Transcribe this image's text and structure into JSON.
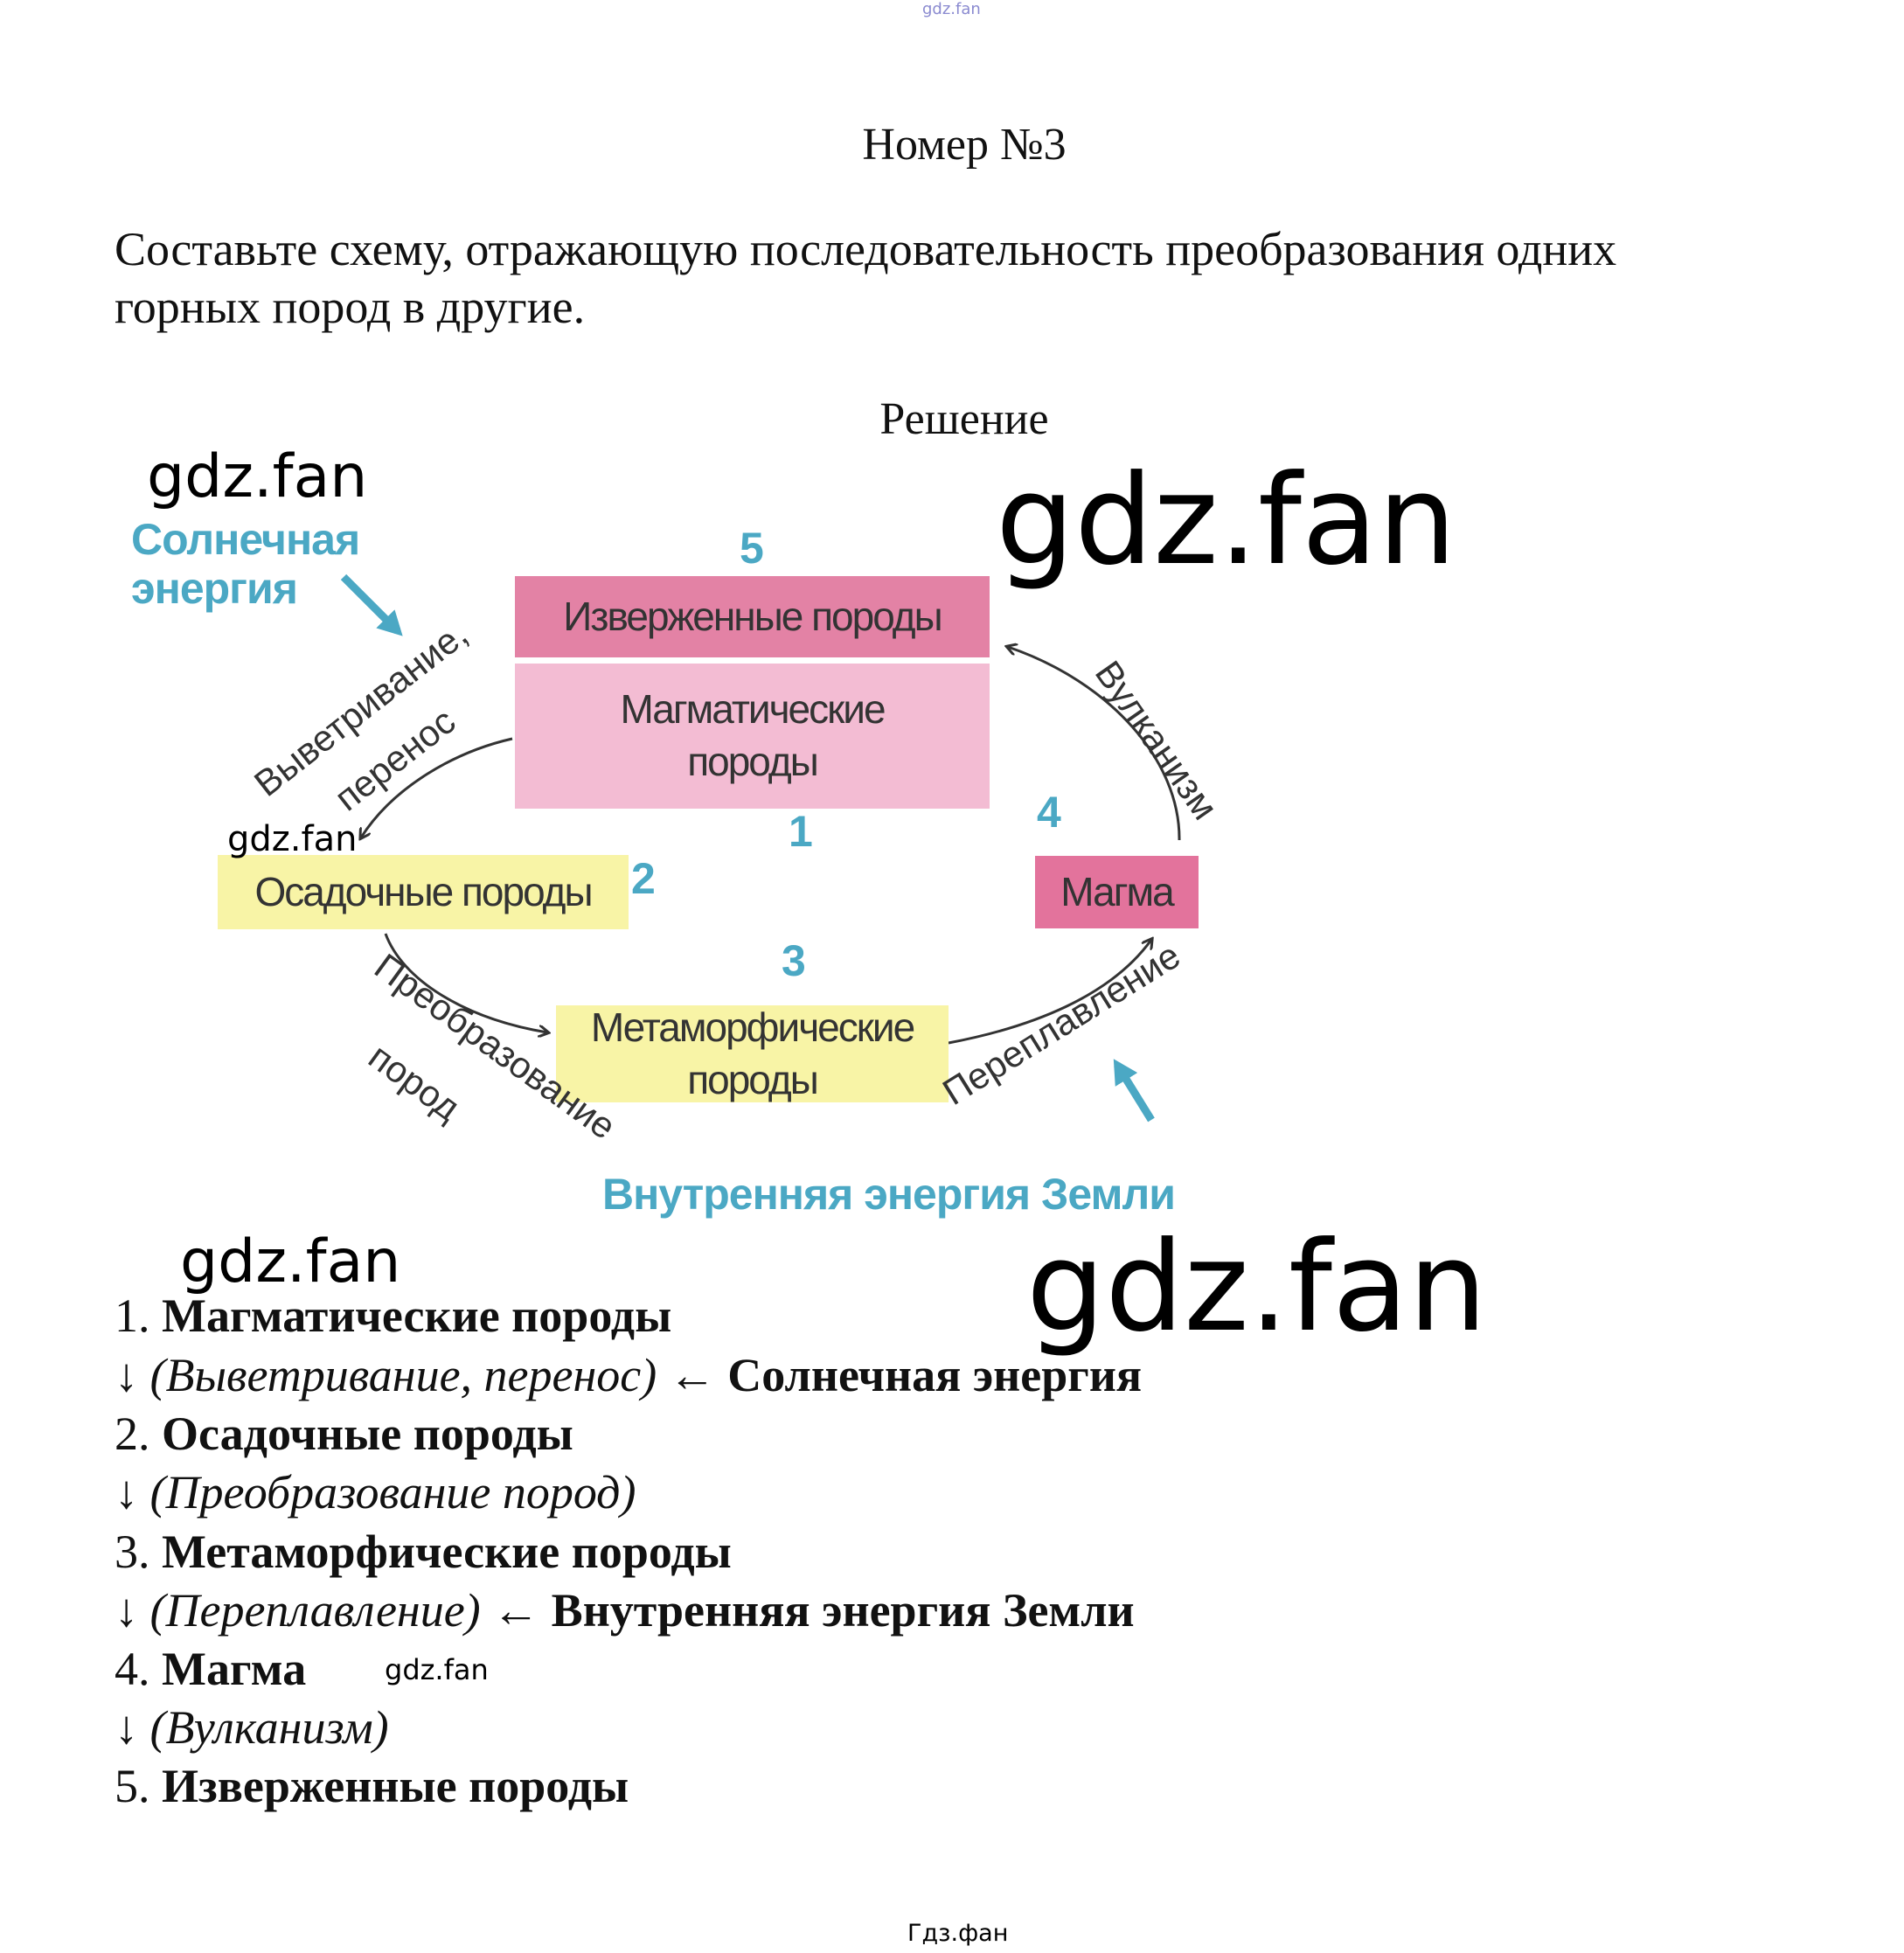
{
  "watermarks": {
    "top": "gdz.fan",
    "footer": "Гдз.фан",
    "text": "gdz.fan"
  },
  "header": {
    "title": "Номер №3",
    "task_line1": "Составьте схему, отражающую последовательность преобразования одних",
    "task_line2": "горных пород в другие.",
    "solution": "Решение"
  },
  "diagram": {
    "solar_energy_line1": "Солнечная",
    "solar_energy_line2": "энергия",
    "earth_energy": "Внутренняя энергия Земли",
    "box_igneous": "Изверженные породы",
    "box_magmatic_line1": "Магматические",
    "box_magmatic_line2": "породы",
    "box_sedimentary": "Осадочные породы",
    "box_magma": "Магма",
    "box_metamorphic_line1": "Метаморфические",
    "box_metamorphic_line2": "породы",
    "numbers": [
      "1",
      "2",
      "3",
      "4",
      "5"
    ],
    "label_weathering": "Выветривание,",
    "label_transport": "перенос",
    "label_volcanism": "Вулканизм",
    "label_transformation": "Преобразование",
    "label_rocks": "пород",
    "label_remelting": "Переплавление",
    "colors": {
      "teal": "#4ba8c4",
      "igneous": "#e382a5",
      "magmatic": "#f3bcd3",
      "magma": "#e3739c",
      "yellow": "#f8f4a6"
    }
  },
  "answer": [
    {
      "num": "1.",
      "text": "Магматические породы"
    },
    {
      "arrow": "↓",
      "process": "(Выветривание, перенос)",
      "source_arrow": "←",
      "source": "Солнечная энергия"
    },
    {
      "num": "2.",
      "text": "Осадочные породы"
    },
    {
      "arrow": "↓",
      "process": "(Преобразование пород)"
    },
    {
      "num": "3.",
      "text": "Метаморфические породы"
    },
    {
      "arrow": "↓",
      "process": "(Переплавление)",
      "source_arrow": "←",
      "source": "Внутренняя энергия Земли"
    },
    {
      "num": "4.",
      "text": "Магма"
    },
    {
      "arrow": "↓",
      "process": "(Вулканизм)"
    },
    {
      "num": "5.",
      "text": "Изверженные породы"
    }
  ]
}
